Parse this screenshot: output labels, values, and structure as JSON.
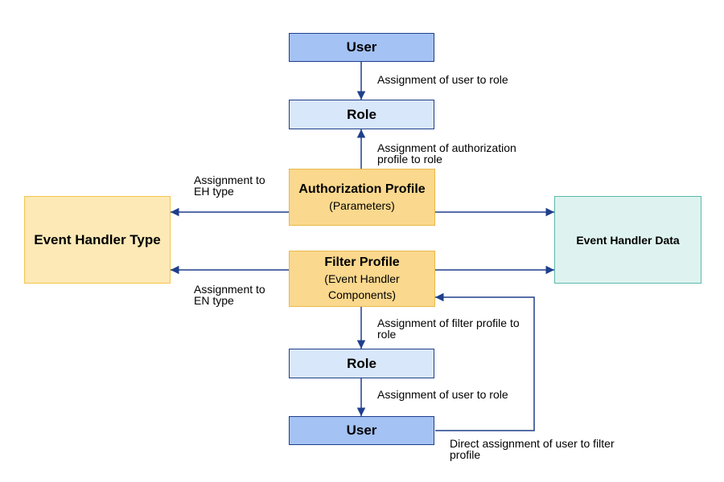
{
  "boxes": {
    "user_top": "User",
    "role_top": "Role",
    "auth_profile_title": "Authorization Profile",
    "auth_profile_sub": "(Parameters)",
    "event_handler_type": "Event Handler Type",
    "event_handler_data": "Event Handler Data",
    "filter_profile_title": "Filter Profile",
    "filter_profile_sub": "(Event Handler Components)",
    "role_bottom": "Role",
    "user_bottom": "User"
  },
  "labels": {
    "assign_user_role_top": "Assignment of user to role",
    "assign_auth_profile_role": "Assignment of authorization profile to role",
    "assign_eh_type": "Assignment to EH type",
    "assign_en_type": "Assignment to EN type",
    "assign_filter_profile_role": "Assignment of filter profile to role",
    "assign_user_role_bottom": "Assignment of user to role",
    "direct_assign_user_filter": "Direct assignment of user to filter profile"
  },
  "colors": {
    "arrow": "#1f3f8c",
    "user_fill": "#a4c2f4",
    "role_fill": "#d9e7fb",
    "profile_fill": "#fad88d",
    "eh_type_fill": "#fde9b6",
    "eh_data_fill": "#def3ef"
  }
}
